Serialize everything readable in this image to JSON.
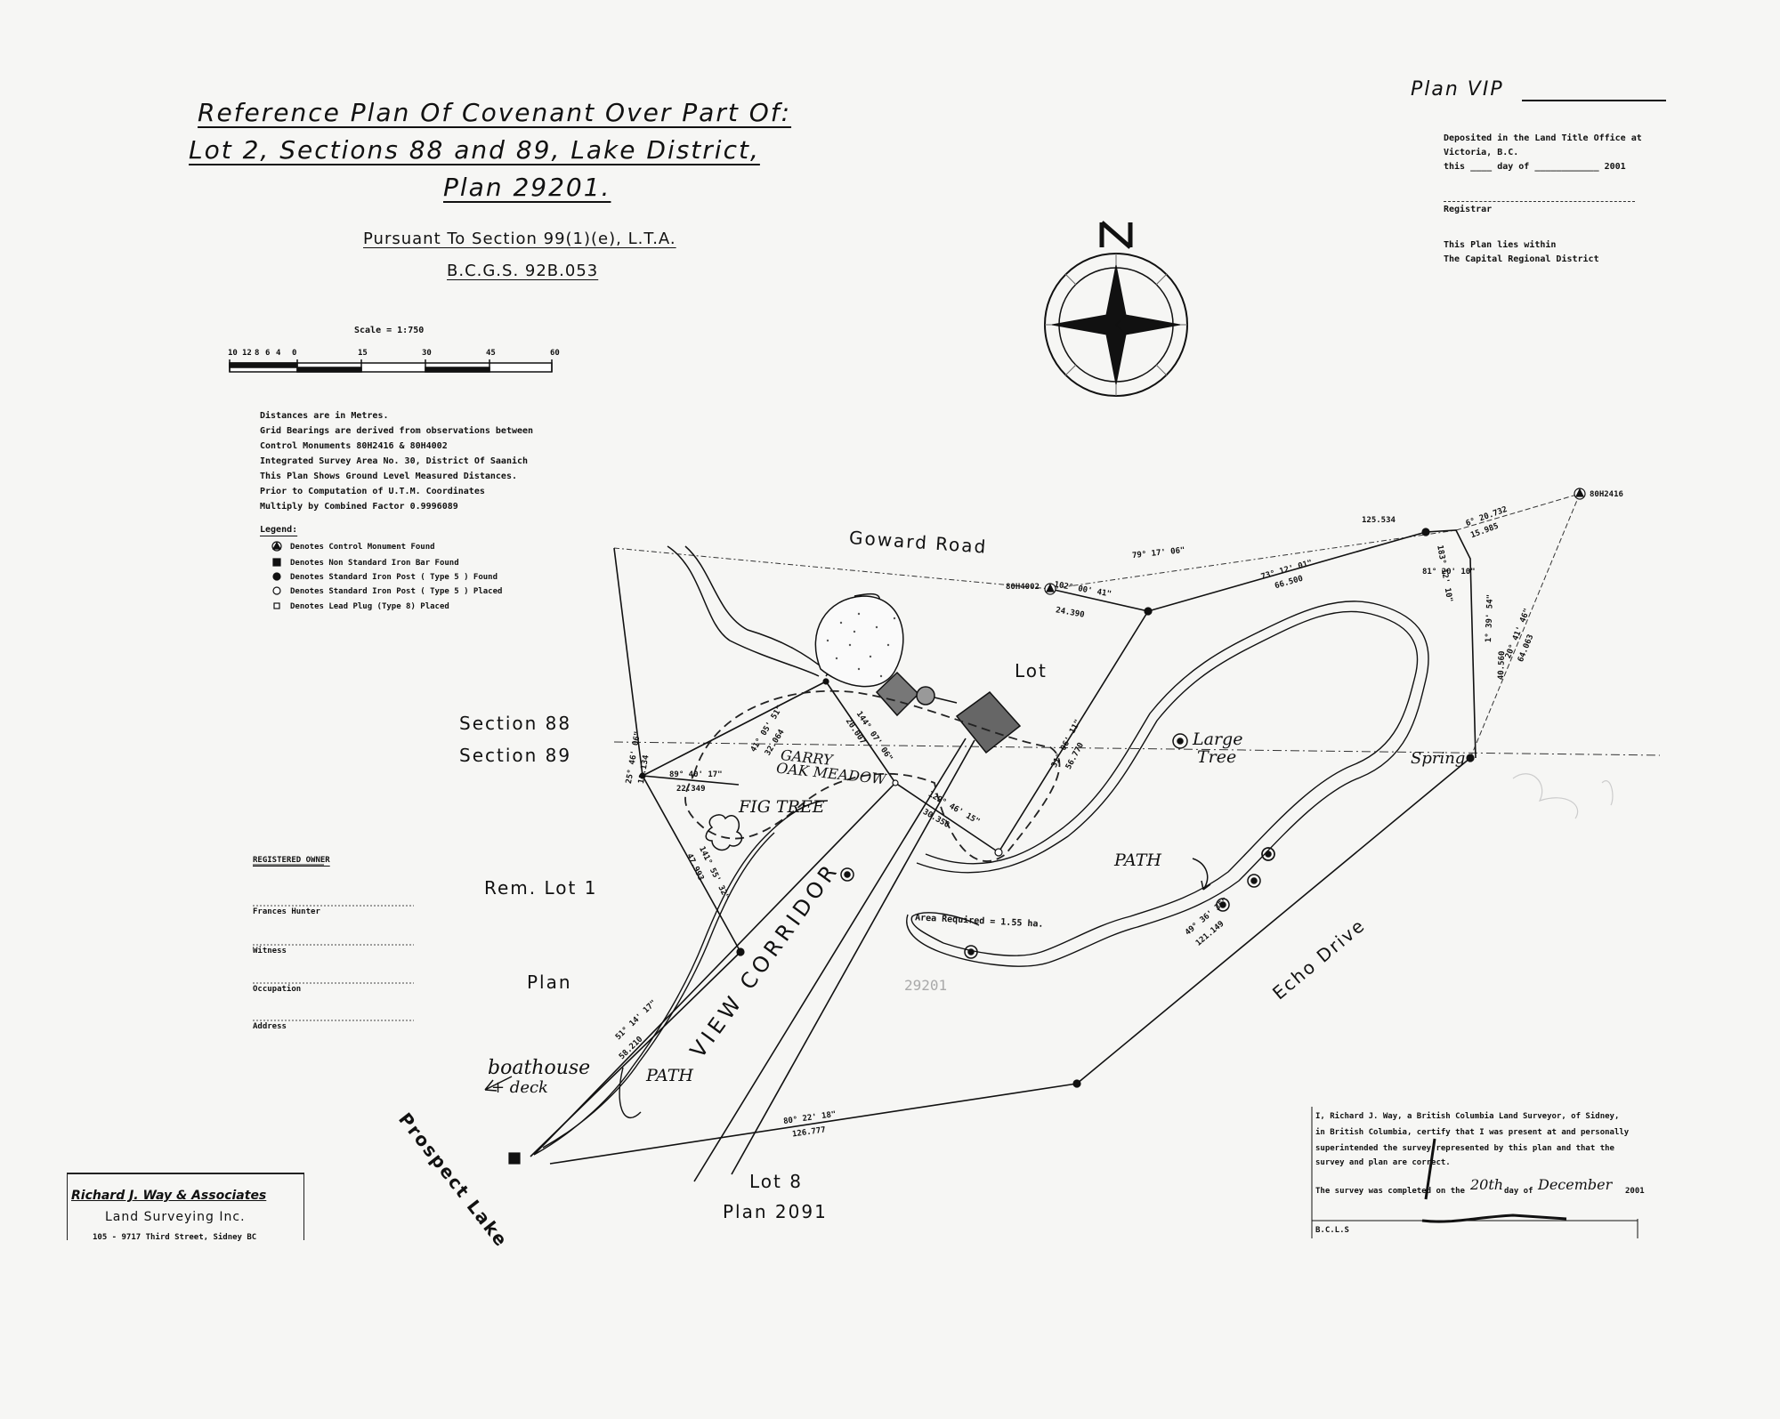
{
  "title": {
    "line1": "Reference Plan Of Covenant Over Part Of:",
    "line2": "Lot 2, Sections 88 and 89, Lake District,",
    "line3": "Plan 29201."
  },
  "subtitle": {
    "line1": "Pursuant To Section 99(1)(e), L.T.A.",
    "line2": "B.C.G.S. 92B.053"
  },
  "plan_vip": "Plan VIP",
  "deposit": {
    "line1": "Deposited in the Land Title Office at",
    "line2": "Victoria, B.C.",
    "line3": "this ____ day of ____________ 2001",
    "registrar": "Registrar",
    "within1": "This Plan lies within",
    "within2": "The Capital Regional District"
  },
  "scale": {
    "label": "Scale = 1:750",
    "ticks": [
      "10",
      "12",
      "8",
      "6",
      "4",
      "0",
      "15",
      "30",
      "45",
      "60"
    ]
  },
  "notes": [
    "Distances are in Metres.",
    "Grid Bearings are derived from observations between",
    "Control Monuments 80H2416 & 80H4002",
    "Integrated Survey Area No. 30, District Of Saanich",
    "This Plan Shows Ground Level Measured Distances.",
    "Prior to Computation of U.T.M. Coordinates",
    "Multiply by Combined Factor 0.9996089"
  ],
  "legend": {
    "title": "Legend:",
    "items": [
      "Denotes Control Monument Found",
      "Denotes Non Standard Iron Bar Found",
      "Denotes Standard Iron Post ( Type 5 ) Found",
      "Denotes Standard Iron Post ( Type 5 ) Placed",
      "Denotes Lead Plug (Type 8) Placed"
    ]
  },
  "owner": {
    "heading": "REGISTERED OWNER",
    "name": "Frances Hunter",
    "witness": "Witness",
    "occupation": "Occupation",
    "address": "Address"
  },
  "map_labels": {
    "goward_road": "Goward Road",
    "section88": "Section 88",
    "section89": "Section 89",
    "lot": "Lot",
    "rem_lot": "Rem. Lot 1",
    "plan": "Plan",
    "lot8": "Lot 8",
    "plan2091": "Plan 2091",
    "echo_drive": "Echo Drive",
    "prospect_lake": "Prospect Lake",
    "view_corridor": "VIEW CORRIDOR",
    "area_required": "Area Required = 1.55 ha.",
    "stamp_number": "29201",
    "monument_a": "80H4002",
    "monument_b": "80H2416"
  },
  "hand_labels": {
    "garry_oak": "GARRY",
    "garry_oak2": "OAK MEADOW",
    "fig_tree": "FIG TREE",
    "large_tree": "Large",
    "large_tree2": "Tree",
    "path1": "PATH",
    "path2": "PATH",
    "spring": "Spring",
    "boathouse": "boathouse",
    "boathouse2": "+ deck"
  },
  "measurements": [
    "79° 17' 06\"",
    "125.534",
    "73° 12' 01\"",
    "66.500",
    "102° 00' 41\"",
    "24.390",
    "81° 20' 10\"",
    "183° 12' 10\"",
    "1° 39' 54\"",
    "40.560",
    "20° 41' 46\"",
    "64.063",
    "31° 06' 11\"",
    "56.770",
    "41° 05' 51\"",
    "32.064",
    "144° 07' 06\"",
    "20.007",
    "89° 40' 17\"",
    "22.349",
    "25° 46' 06\"",
    "11.134",
    "141° 55' 32\"",
    "47.993",
    "129° 46' 15\"",
    "30.350",
    "51° 14' 17\"",
    "58.210",
    "80° 22' 18\"",
    "126.777",
    "49° 36' 35\"",
    "121.149",
    "6° 20.732",
    "15.985"
  ],
  "certificate": {
    "line1": "I, Richard J. Way, a British Columbia Land Surveyor, of Sidney,",
    "line2": "in British Columbia, certify that I was present at and personally",
    "line3": "superintended the survey represented by this plan and that the",
    "line4": "survey and plan are correct.",
    "line5a": "The survey was completed on the",
    "day": "20th",
    "line5b": "day of",
    "month": "December",
    "year": "2001",
    "bcls": "B.C.L.S"
  },
  "company": {
    "name": "Richard J. Way & Associates",
    "line2": "Land Surveying Inc.",
    "line3": "105 - 9717 Third Street, Sidney BC"
  }
}
